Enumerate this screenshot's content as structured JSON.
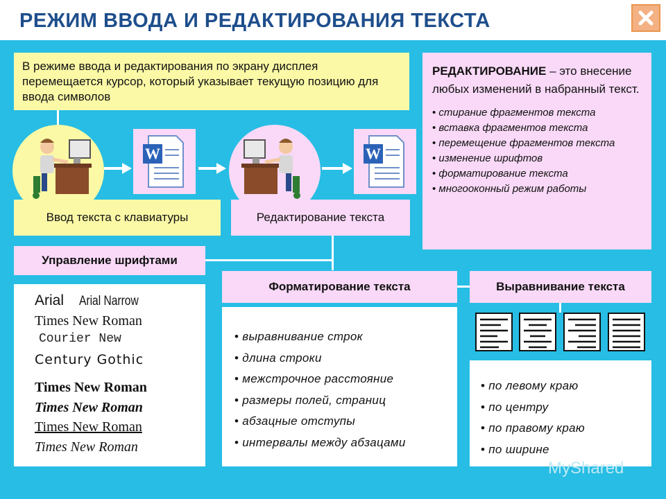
{
  "title": "РЕЖИМ ВВОДА И РЕДАКТИРОВАНИЯ ТЕКСТА",
  "close_icon": "close-x-icon",
  "intro_text": "В режиме ввода и редактирования по экрану дисплея перемещается курсор, который указывает текущую позицию для ввода символов",
  "editing": {
    "term": "РЕДАКТИРОВАНИЕ",
    "definition": " – это внесение любых изменений в набранный текст.",
    "items": [
      "стирание фрагментов текста",
      "вставка фрагментов текста",
      "перемещение фрагментов текста",
      "изменение шрифтов",
      "форматирование текста",
      "многооконный режим работы"
    ]
  },
  "steps": {
    "input_label": "Ввод текста с клавиатуры",
    "edit_label": "Редактирование текста"
  },
  "fonts": {
    "header": "Управление шрифтами",
    "samples": [
      "Arial",
      "Arial Narrow",
      "Times New Roman",
      "Courier New",
      "Century Gothic",
      "Times New Roman",
      "Times New Roman",
      "Times New Roman",
      "Times New Roman"
    ]
  },
  "formatting": {
    "header": "Форматирование текста",
    "items": [
      "выравнивание строк",
      "длина строки",
      "межстрочное расстояние",
      "размеры полей, страниц",
      "абзацные отступы",
      "интервалы между абзацами"
    ]
  },
  "alignment": {
    "header": "Выравнивание текста",
    "icons": [
      "align-left-icon",
      "align-center-icon",
      "align-right-icon",
      "align-justify-icon"
    ],
    "items": [
      "по левому краю",
      "по центру",
      "по правому краю",
      "по ширине"
    ]
  },
  "colors": {
    "background": "#27bde4",
    "title": "#1e4e8c",
    "yellow": "#fbf9a6",
    "pink": "#f9d9f7",
    "close": "#f4b183"
  },
  "watermark": "MyShared"
}
